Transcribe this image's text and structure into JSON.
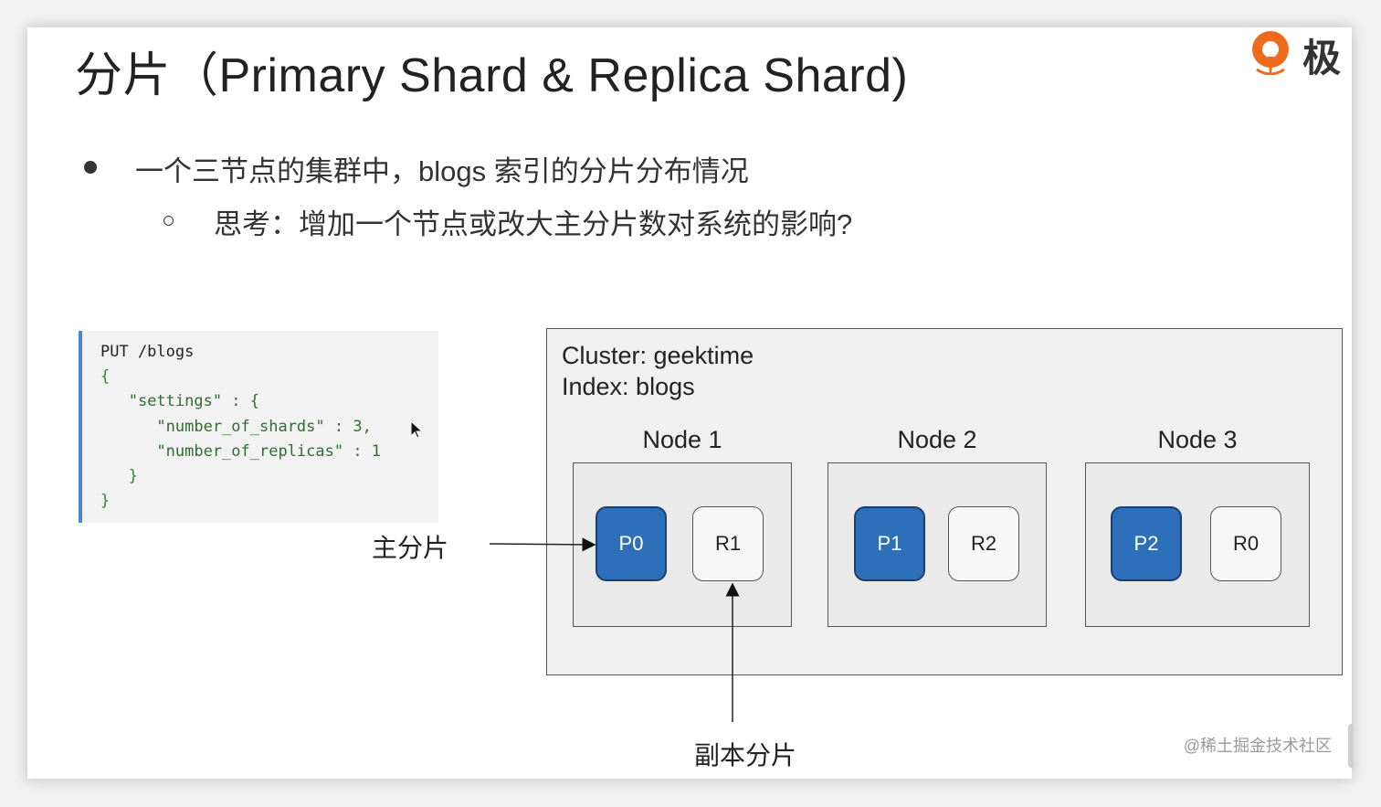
{
  "slide": {
    "title": "分片（Primary Shard & Replica Shard)",
    "logo_text": "极",
    "bullets": [
      {
        "text": "一个三节点的集群中，blogs 索引的分片分布情况"
      },
      {
        "text": "思考：增加一个节点或改大主分片数对系统的影响?"
      }
    ]
  },
  "code": {
    "lines": [
      "PUT /blogs",
      "{",
      "   \"settings\" : {",
      "      \"number_of_shards\" : 3,",
      "      \"number_of_replicas\" : 1",
      "   }",
      "}"
    ]
  },
  "diagram": {
    "cluster_label": "Cluster: geektime",
    "index_label": "Index: blogs",
    "nodes": [
      {
        "title": "Node 1",
        "primary": "P0",
        "replica": "R1"
      },
      {
        "title": "Node 2",
        "primary": "P1",
        "replica": "R2"
      },
      {
        "title": "Node 3",
        "primary": "P2",
        "replica": "R0"
      }
    ],
    "primary_label": "主分片",
    "replica_label": "副本分片",
    "colors": {
      "primary": "#2e6fba",
      "replica": "#f7f7f7",
      "cluster_bg": "#f0f0f0"
    }
  },
  "footer": {
    "watermark": "@稀土掘金技术社区"
  }
}
